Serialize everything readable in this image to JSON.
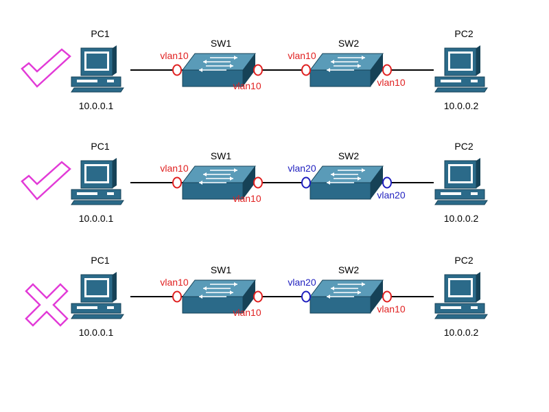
{
  "colors": {
    "device_fill": "#2b6a89",
    "device_dark": "#164257",
    "device_light": "#5a9bb8",
    "access_vlan_red": "#e02020",
    "access_vlan_blue": "#1f1fbf",
    "status_mark": "#e23ad7",
    "cable": "#000000"
  },
  "scenarios": [
    {
      "status": "ok",
      "status_icon": "check-icon",
      "pc1": {
        "name": "PC1",
        "ip": "10.0.0.1"
      },
      "pc2": {
        "name": "PC2",
        "ip": "10.0.0.2"
      },
      "sw1": {
        "name": "SW1",
        "port_left": "vlan10",
        "port_right": "vlan10",
        "color_left": "red",
        "color_right": "red"
      },
      "sw2": {
        "name": "SW2",
        "port_left": "vlan10",
        "port_right": "vlan10",
        "color_left": "red",
        "color_right": "red"
      }
    },
    {
      "status": "ok",
      "status_icon": "check-icon",
      "pc1": {
        "name": "PC1",
        "ip": "10.0.0.1"
      },
      "pc2": {
        "name": "PC2",
        "ip": "10.0.0.2"
      },
      "sw1": {
        "name": "SW1",
        "port_left": "vlan10",
        "port_right": "vlan10",
        "color_left": "red",
        "color_right": "red"
      },
      "sw2": {
        "name": "SW2",
        "port_left": "vlan20",
        "port_right": "vlan20",
        "color_left": "blue",
        "color_right": "blue"
      }
    },
    {
      "status": "fail",
      "status_icon": "cross-icon",
      "pc1": {
        "name": "PC1",
        "ip": "10.0.0.1"
      },
      "pc2": {
        "name": "PC2",
        "ip": "10.0.0.2"
      },
      "sw1": {
        "name": "SW1",
        "port_left": "vlan10",
        "port_right": "vlan10",
        "color_left": "red",
        "color_right": "red"
      },
      "sw2": {
        "name": "SW2",
        "port_left": "vlan20",
        "port_right": "vlan10",
        "color_left": "blue",
        "color_right": "red"
      }
    }
  ]
}
